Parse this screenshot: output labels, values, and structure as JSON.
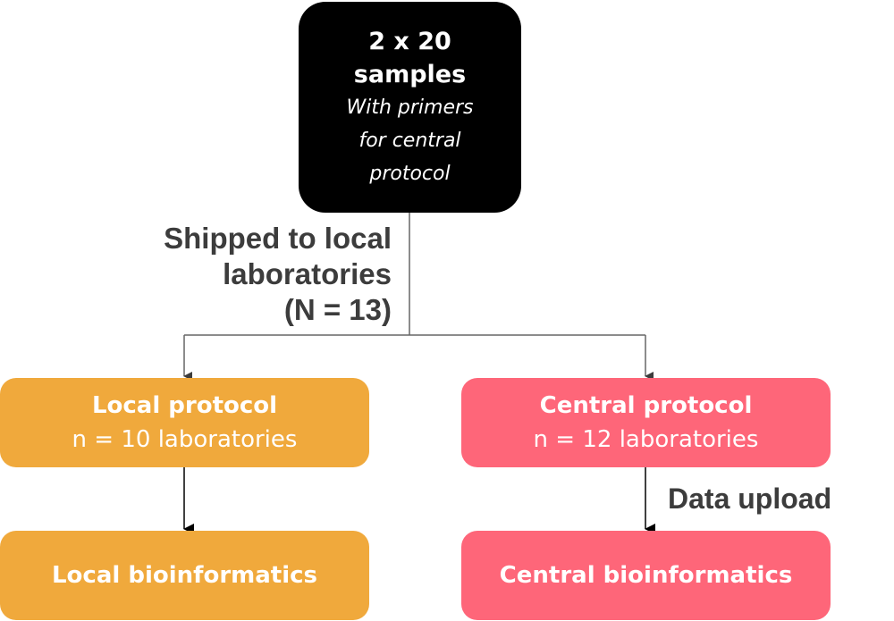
{
  "root": {
    "title_line1": "2 x 20",
    "title_line2": "samples",
    "sub_line1": "With primers",
    "sub_line2": "for central",
    "sub_line3": "protocol",
    "color": "#000000"
  },
  "shipping": {
    "line1": "Shipped to local",
    "line2": "laboratories",
    "line3": "(N = 13)"
  },
  "local_protocol": {
    "title": "Local protocol",
    "count": "n = 10 laboratories",
    "color": "#f0a93c"
  },
  "central_protocol": {
    "title": "Central protocol",
    "count": "n = 12 laboratories",
    "color": "#fe6679"
  },
  "upload_label": "Data upload",
  "local_bioinformatics": {
    "title": "Local bioinformatics",
    "color": "#f0a93c"
  },
  "central_bioinformatics": {
    "title": "Central bioinformatics",
    "color": "#fe6679"
  }
}
